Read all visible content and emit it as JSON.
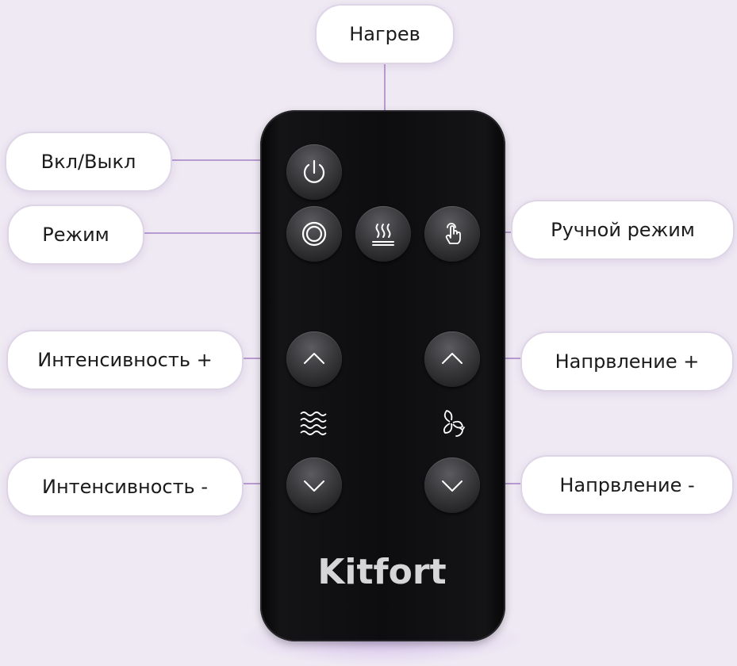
{
  "brand": "Kitfort",
  "labels": {
    "heat": "Нагрев",
    "power": "Вкл/Выкл",
    "mode": "Режим",
    "manual": "Ручной режим",
    "intensity_up": "Интенсивность +",
    "intensity_down": "Интенсивность -",
    "direction_up": "Напрвление +",
    "direction_down": "Напрвление -"
  },
  "colors": {
    "background": "#efe9f3",
    "remote_body": "#0d0d0f",
    "button": "#3a3a3d",
    "icon": "#ffffff",
    "connector_line": "#b79ad0"
  },
  "icons": {
    "power": "power-icon",
    "mode": "concentric-circles-icon",
    "heat": "heat-waves-icon",
    "manual": "hand-touch-icon",
    "up": "chevron-up-icon",
    "down": "chevron-down-icon",
    "intensity": "wave-lines-icon",
    "direction": "fan-rotate-icon"
  }
}
